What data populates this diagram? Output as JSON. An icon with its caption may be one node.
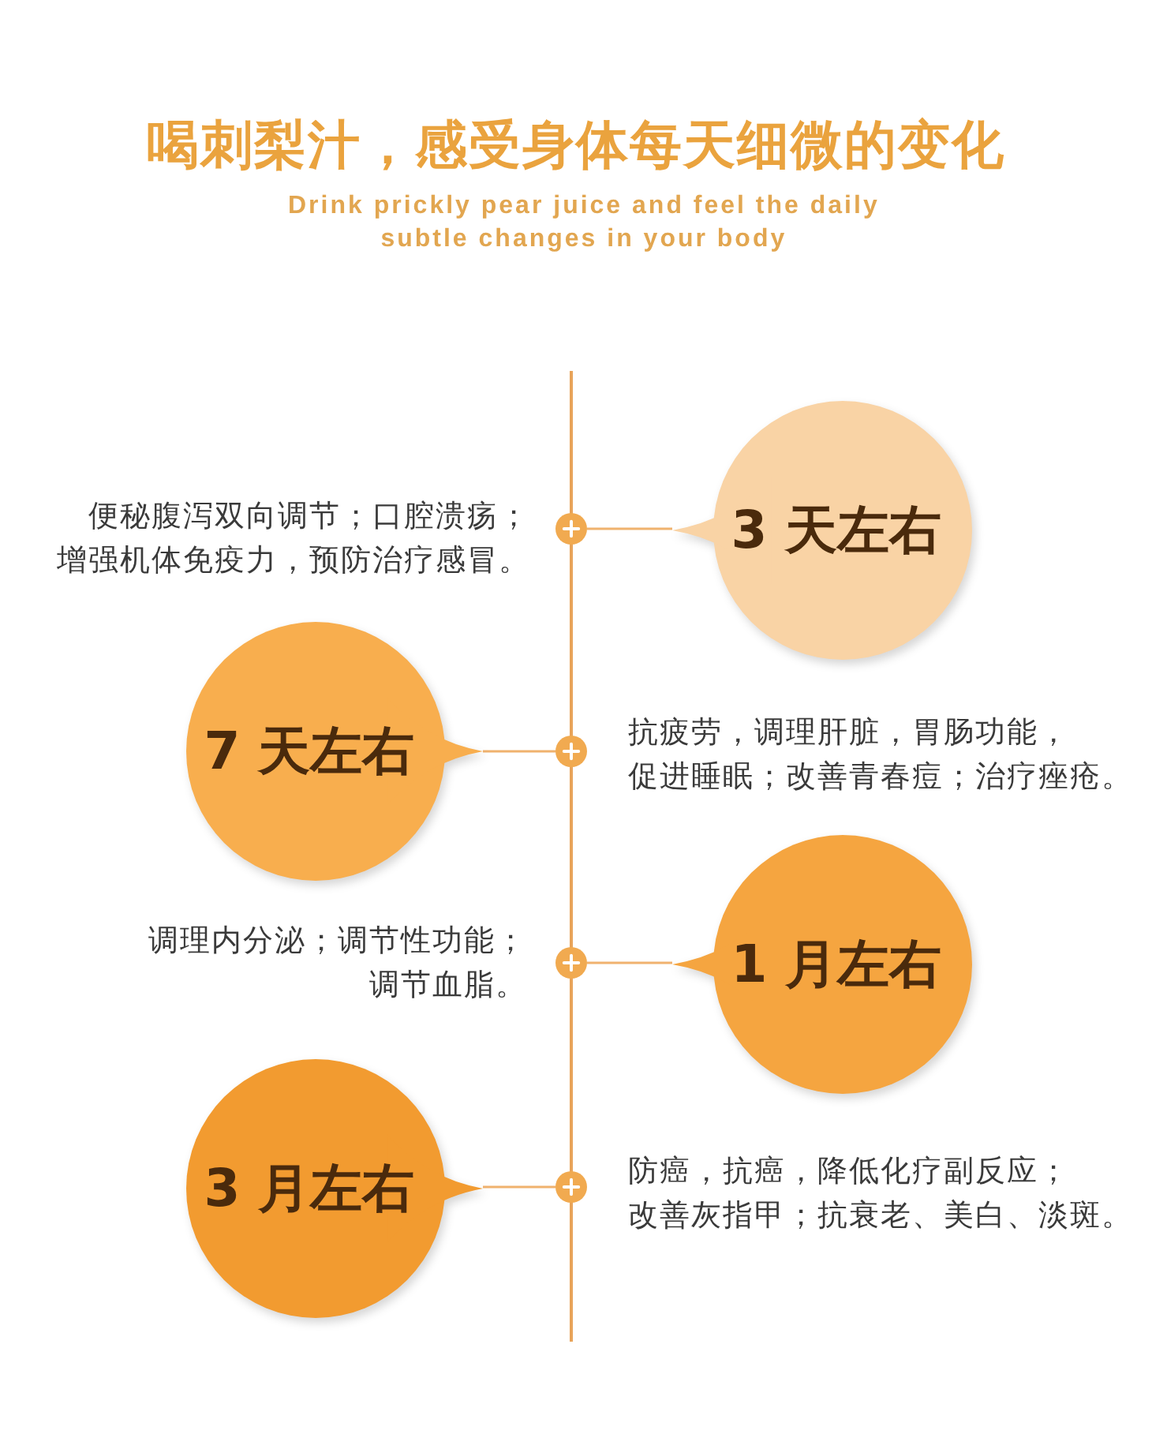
{
  "diagram": {
    "title": "喝刺梨汁，感受身体每天细微的变化",
    "nodes": [
      {
        "text": [],
        "shape": "circle",
        "beside": [
          "便秘腹泻双向调节；口腔溃疡；增强机体免疫力，预防治疗感冒。"
        ]
      },
      {
        "text": [
          "3 天左右"
        ]
      },
      {
        "text": [
          "7 天左右"
        ]
      },
      {
        "text": [],
        "shape": "circle",
        "beside": [
          "抗疲劳，调理肝脏，胃肠功能，促进睡眠；改善青春痘；治疗痤疮。"
        ]
      },
      {
        "text": [],
        "shape": "circle",
        "beside": [
          "调理内分泌；调节性功能；调节血脂。"
        ]
      },
      {
        "text": [
          "1 月左右"
        ]
      },
      {
        "text": [
          "3 月左右"
        ]
      },
      {
        "text": [],
        "shape": "circle",
        "beside": [
          "防癌，抗癌，降低化疗副反应；改善灰指甲；抗衰老、美白、淡斑。"
        ]
      }
    ],
    "edges": [
      {
        "from": 1,
        "to": 0,
        "arrow": "none"
      },
      {
        "from": 2,
        "to": 3,
        "arrow": "none"
      },
      {
        "from": 5,
        "to": 4,
        "arrow": "none"
      },
      {
        "from": 6,
        "to": 7,
        "arrow": "none"
      }
    ],
    "labels": [
      "Drink prickly pear juice and feel the daily subtle changes in your body"
    ]
  }
}
